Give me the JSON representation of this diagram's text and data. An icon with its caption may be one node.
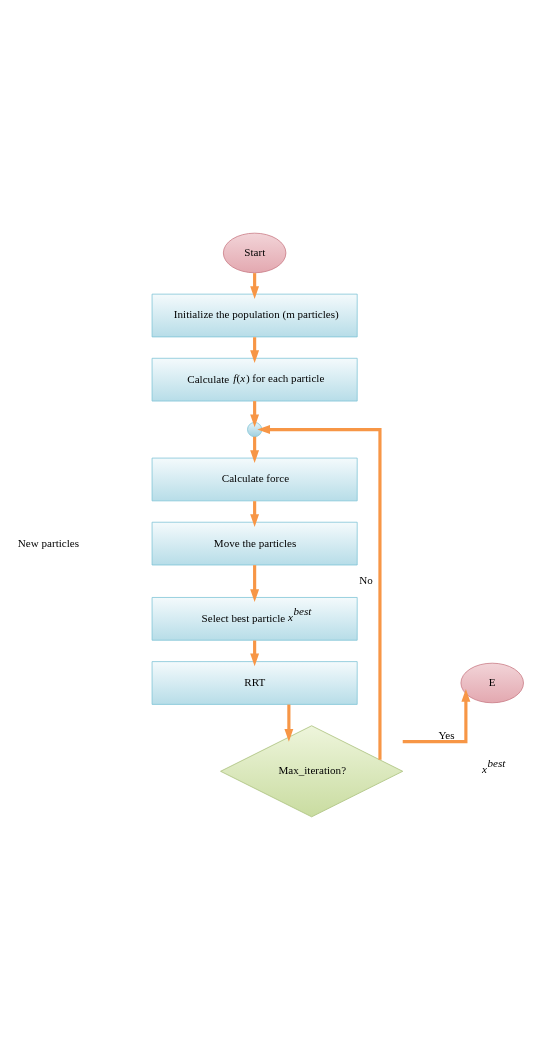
{
  "diagram": {
    "nodes": [
      {
        "text": [
          "Start"
        ]
      },
      {
        "text": [
          "Initialize the population (m particles)"
        ]
      },
      {
        "text": [
          "Calculate *f*(*x*) for each particle"
        ]
      },
      {
        "text": [],
        "shape": "circle"
      },
      {
        "text": [
          "Calculate force"
        ]
      },
      {
        "text": [
          "Move the particles"
        ]
      },
      {
        "text": [
          "Select best particle *x*$^{best}$"
        ]
      },
      {
        "text": [
          "RRT"
        ]
      },
      {
        "text": [
          "Max_iteration?"
        ]
      },
      {
        "text": [
          "E"
        ]
      }
    ],
    "edges": [
      {
        "from": 0,
        "to": 1,
        "arrow": "to"
      },
      {
        "from": 1,
        "to": 2,
        "arrow": "to"
      },
      {
        "from": 2,
        "to": 3,
        "arrow": "to"
      },
      {
        "from": 3,
        "to": 4,
        "arrow": "to"
      },
      {
        "from": 4,
        "to": 5,
        "arrow": "to"
      },
      {
        "from": 5,
        "to": 6,
        "arrow": "to"
      },
      {
        "from": 6,
        "to": 7,
        "arrow": "to"
      },
      {
        "from": 7,
        "to": 8,
        "arrow": "to"
      },
      {
        "from": 8,
        "to": 3,
        "arrow": "to",
        "label": "No"
      },
      {
        "from": 8,
        "to": 9,
        "arrow": "to",
        "label": "Yes"
      }
    ],
    "labels": [
      "New particles",
      "*x*$^{best}$"
    ]
  }
}
